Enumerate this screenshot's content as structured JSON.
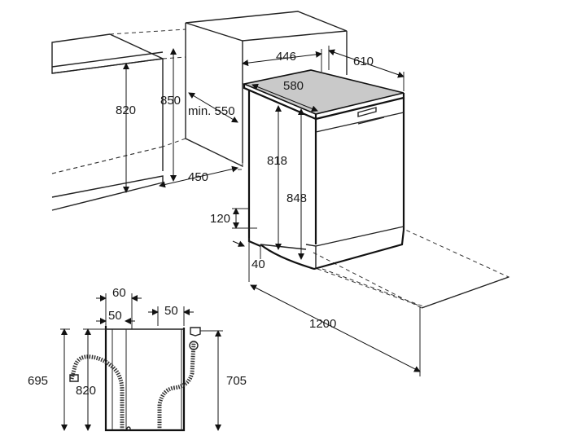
{
  "dimensions": {
    "top_depth": "446",
    "side_depth": "610",
    "top_width": "580",
    "cabinet_height": "850",
    "niche_height": "820",
    "niche_min_depth": "min. 550",
    "niche_width": "450",
    "body_height": "818",
    "total_height": "848",
    "plinth_height": "120",
    "plinth_depth": "40",
    "door_open_depth": "1200",
    "hose_offset_60": "60",
    "hose_offset_50_left": "50",
    "hose_offset_50_right": "50",
    "rear_height_695": "695",
    "rear_height_820": "820",
    "rear_height_705": "705"
  },
  "colors": {
    "line": "#222222",
    "countertop_top": "#c9c9c9",
    "background": "#ffffff"
  }
}
